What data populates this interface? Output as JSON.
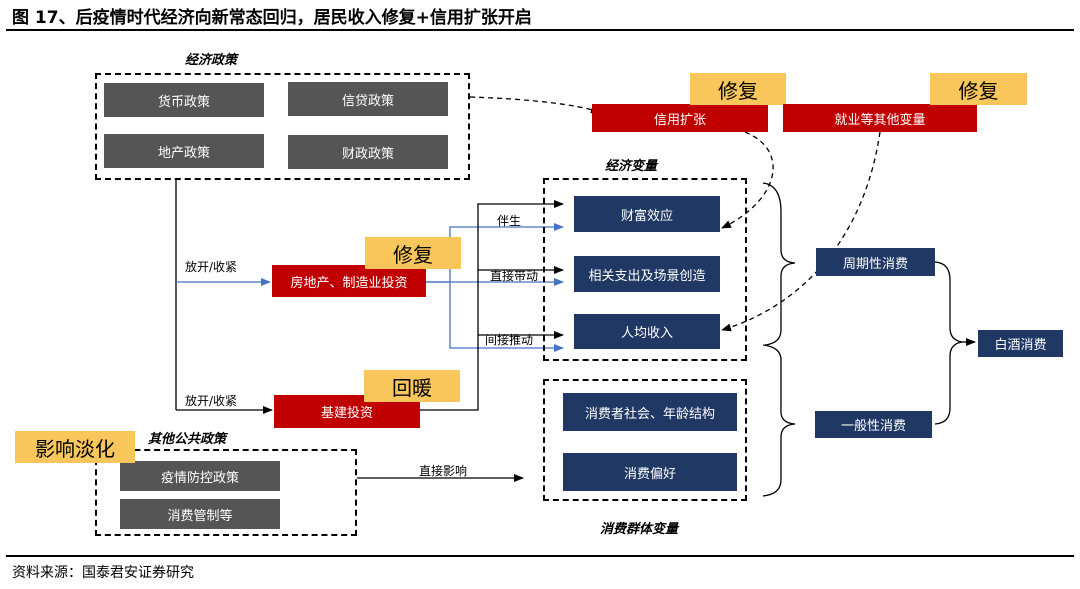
{
  "header": {
    "title": "图 17、后疫情时代经济向新常态回归，居民收入修复+信用扩张开启"
  },
  "footer": {
    "source": "资料来源：国泰君安证券研究"
  },
  "policy": {
    "label": "经济政策",
    "items": [
      "货币政策",
      "信贷政策",
      "地产政策",
      "财政政策"
    ]
  },
  "other_policy": {
    "label": "其他公共政策",
    "items": [
      "疫情防控政策",
      "消费管制等"
    ],
    "tag": "影响淡化"
  },
  "credit": {
    "label": "信用扩张",
    "tag": "修复"
  },
  "employment": {
    "label": "就业等其他变量",
    "tag": "修复"
  },
  "property": {
    "label": "房地产、制造业投资",
    "tag": "修复"
  },
  "infra": {
    "label": "基建投资",
    "tag": "回暖"
  },
  "econ_vars": {
    "label": "经济变量",
    "items": [
      "财富效应",
      "相关支出及场景创造",
      "人均收入"
    ]
  },
  "consumer_vars": {
    "label": "消费群体变量",
    "items": [
      "消费者社会、年龄结构",
      "消费偏好"
    ]
  },
  "consumption": {
    "cyclical": "周期性消费",
    "general": "一般性消费",
    "baijiu": "白酒消费"
  },
  "edge_labels": {
    "open_close_1": "放开/收紧",
    "open_close_2": "放开/收紧",
    "accompany": "伴生",
    "direct_drive": "直接带动",
    "indirect_push": "间接推动",
    "direct_impact": "直接影响"
  }
}
